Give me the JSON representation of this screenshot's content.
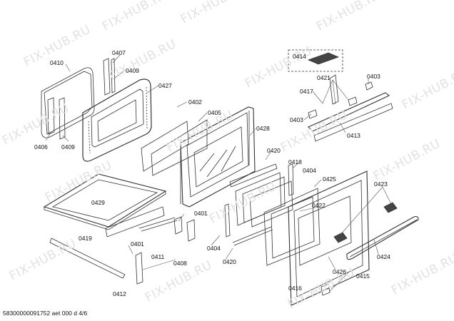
{
  "diagram": {
    "watermark_text": "FIX-HUB.RU",
    "footer_text": "58300000091752 aet 000 d 4/6",
    "part_labels": {
      "p0410": "0410",
      "p0407": "0407",
      "p0409a": "0409",
      "p0427": "0427",
      "p0406": "0406",
      "p0409b": "0409",
      "p0402": "0402",
      "p0405": "0405",
      "p0428": "0428",
      "p0414": "0414",
      "p0421": "0421",
      "p0403a": "0403",
      "p0417": "0417",
      "p0403b": "0403",
      "p0413": "0413",
      "p0420a": "0420",
      "p0418": "0418",
      "p0404a": "0404",
      "p0425": "0425",
      "p0423": "0423",
      "p0422": "0422",
      "p0429": "0429",
      "p0401a": "0401",
      "p0419": "0419",
      "p0401b": "0401",
      "p0411": "0411",
      "p0408": "0408",
      "p0404b": "0404",
      "p0420b": "0420",
      "p0412": "0412",
      "p0426": "0426",
      "p0424": "0424",
      "p0415": "0415",
      "p0416": "0416"
    }
  }
}
